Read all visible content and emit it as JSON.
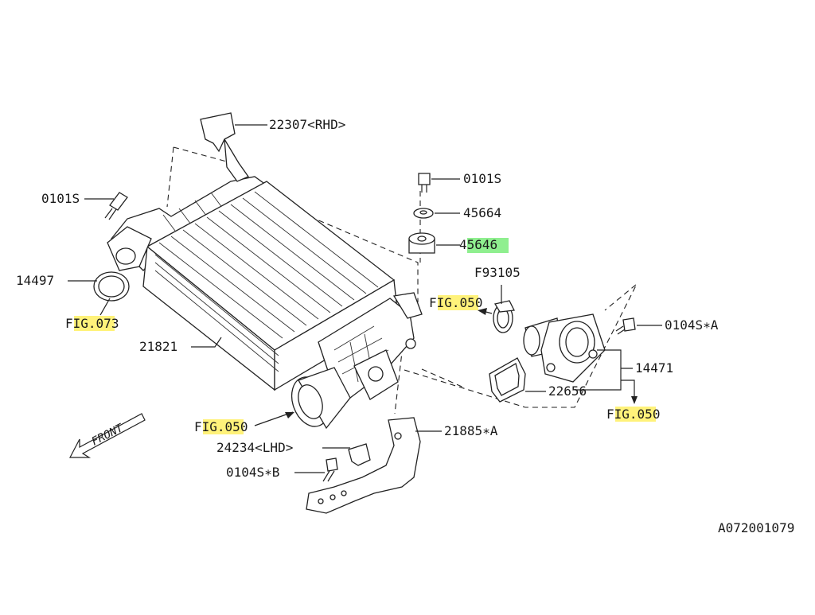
{
  "labels": {
    "p22307": "22307<RHD>",
    "p0101s_left": "0101S",
    "p0101s_top": "0101S",
    "p45664": "45664",
    "p45646_pre": "4",
    "p45646_hl": "5646",
    "p14497": "14497",
    "fig073_pre": "F",
    "fig073_hl": "IG.07",
    "fig073_post": "3",
    "p21821": "21821",
    "p93105": "F93105",
    "fig050_a_pre": "F",
    "fig050_a_hl": "IG.05",
    "fig050_a_post": "0",
    "p0104sa": "0104S∗A",
    "p14471": "14471",
    "p22656": "22656",
    "fig050_b_pre": "F",
    "fig050_b_hl": "IG.05",
    "fig050_b_post": "0",
    "fig050_c_pre": "F",
    "fig050_c_hl": "IG.05",
    "fig050_c_post": "0",
    "p21885a": "21885∗A",
    "p24234": "24234<LHD>",
    "p0104sb": "0104S∗B",
    "front": "FRONT",
    "diagram_id": "A072001079"
  },
  "colors": {
    "fig_highlight": "#fff27a",
    "part_highlight": "#8fef8f",
    "line": "#222222"
  },
  "icons": {
    "front_arrow": "front-arrow-icon",
    "intercooler": "intercooler-icon",
    "bolt": "bolt-icon",
    "bushing": "bushing-icon",
    "washer": "washer-icon",
    "clamp": "hose-clamp-icon",
    "gasket": "gasket-icon",
    "bracket": "bracket-icon"
  }
}
